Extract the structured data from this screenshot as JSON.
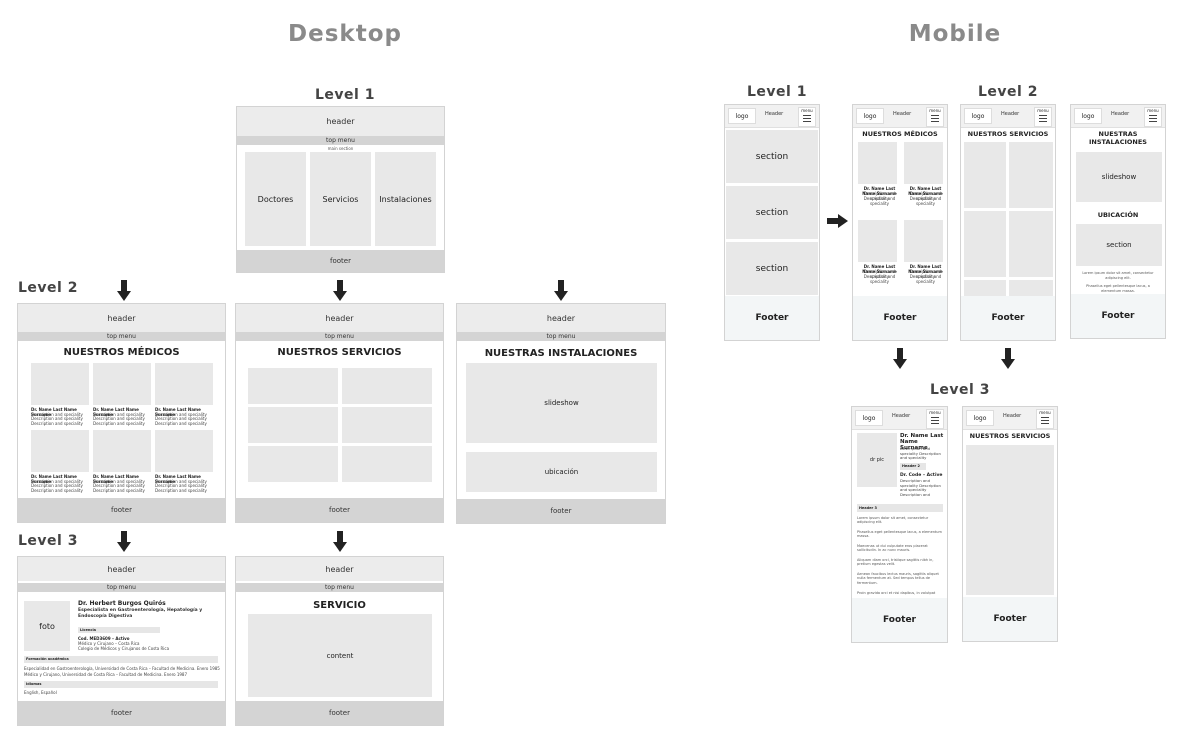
{
  "headings": {
    "desktop": "Desktop",
    "mobile": "Mobile"
  },
  "levels": {
    "l1": "Level 1",
    "l2": "Level 2",
    "l3": "Level 3"
  },
  "common": {
    "header": "header",
    "top_menu": "top menu",
    "footer": "footer",
    "Footer": "Footer",
    "logo": "logo",
    "Header": "Header",
    "menu": "menu"
  },
  "desktop": {
    "l1": {
      "main_section": "main section",
      "cards": [
        "Doctores",
        "Servicios",
        "Instalaciones"
      ]
    },
    "medicos": {
      "title": "NUESTROS MÉDICOS",
      "doc_name": "Dr. Name Last Name Surname",
      "doc_desc": "Description and speciality"
    },
    "servicios": {
      "title": "NUESTROS SERVICIOS"
    },
    "instalaciones": {
      "title": "NUESTRAS INSTALACIONES",
      "slideshow": "slideshow",
      "ubicacion": "ubicación"
    },
    "doctor": {
      "foto": "foto",
      "name": "Dr. Herbert Burgos Quirós",
      "specialty": "Especialista en Gastroenterología, Hepatología y Endoscopía Digestiva",
      "licencia": "Licencia",
      "cod": "Cod. MED3609 – Activo",
      "cod_l1": "Médico y Cirujano – Costa Rica",
      "cod_l2": "Colegio de Médicos y Cirujanos de Costa Rica",
      "formacion": "Formación académica",
      "form_l1": "Especialidad en Gastroenterología, Universidad de Costa Rica – Facultad de Medicina. Enero 1985",
      "form_l2": "Médico y Cirujano, Universidad de Costa Rica – Facultad de Medicina. Enero 1987",
      "idiomas": "Idiomas",
      "idiomas_l1": "English, Español"
    },
    "servicio": {
      "title": "SERVICIO",
      "content": "content"
    }
  },
  "mobile": {
    "section": "section",
    "medicos": {
      "title": "NUESTROS MÉDICOS",
      "doc_name": "Dr. Name Last Name Surname",
      "doc_desc": "Description and speciality"
    },
    "servicios": {
      "title": "NUESTROS SERVICIOS"
    },
    "instalaciones": {
      "title": "NUESTRAS INSTALACIONES",
      "slideshow": "slideshow",
      "ubicacion": "UBICACIÓN",
      "section": "section",
      "p1": "Lorem ipsum dolor sit amet, consectetur adipiscing elit.",
      "p2": "Phasellus eget pellentesque lacus, a elementum massa."
    },
    "doctor": {
      "pic": "dr pic",
      "name": "Dr. Name Last Name Surname",
      "desc": "Description and speciality Description and speciality",
      "header2": "Header 2",
      "code": "Dr. Code – Active",
      "code_desc": "Description and speciality Description and speciality Description and",
      "header3": "Header 3",
      "p1": "Lorem ipsum dolor sit amet, consectetur adipiscing elit.",
      "p2": "Phasellus eget pellentesque lacus, a elementum massa.",
      "p3": "Maecenas ut dui vulputate eros placerat sollicitudin. In ac nunc mauris.",
      "p4": "Aliquam diam orci, tristique sagittis nibh in, pretium egestas velit.",
      "p5": "Aenean faucibus lectus mauris, sagittis aliquet nulla fermentum at. Sed tempus tellus de fermentum.",
      "p6": "Proin gravida orci et nisi dapibus, in volutpat"
    }
  }
}
